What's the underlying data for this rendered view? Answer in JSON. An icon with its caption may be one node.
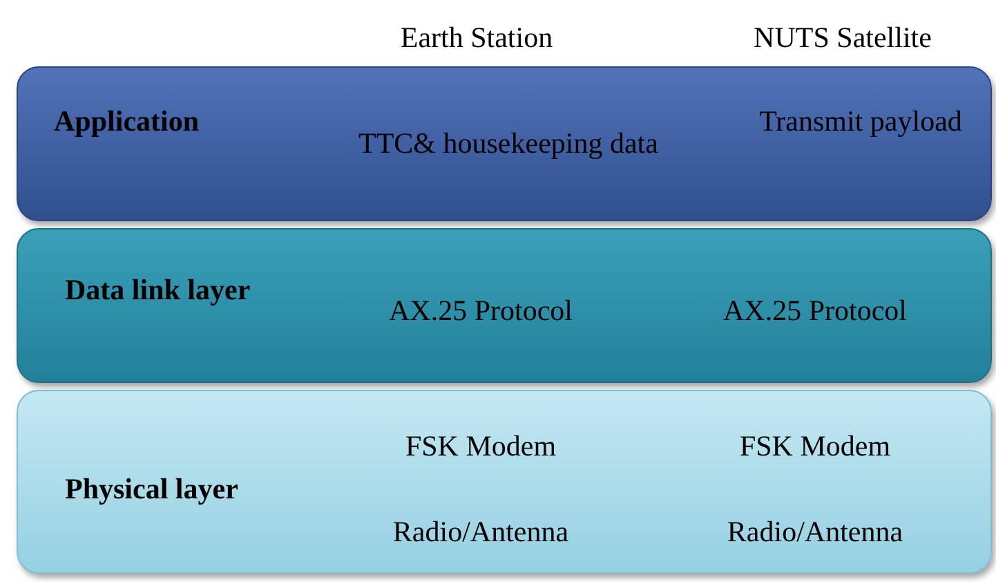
{
  "diagram": {
    "nodes": [
      {
        "text": [
          "Application",
          "TTC& housekeeping data",
          "Transmit payload"
        ]
      },
      {
        "text": [
          "Data link layer",
          "AX.25 Protocol",
          "AX.25 Protocol"
        ]
      },
      {
        "text": [
          "Physical layer",
          "FSK Modem",
          "FSK Modem",
          "Radio/Antenna",
          "Radio/Antenna"
        ]
      }
    ],
    "edges": [],
    "labels": [
      "Earth Station",
      "NUTS Satellite"
    ]
  }
}
